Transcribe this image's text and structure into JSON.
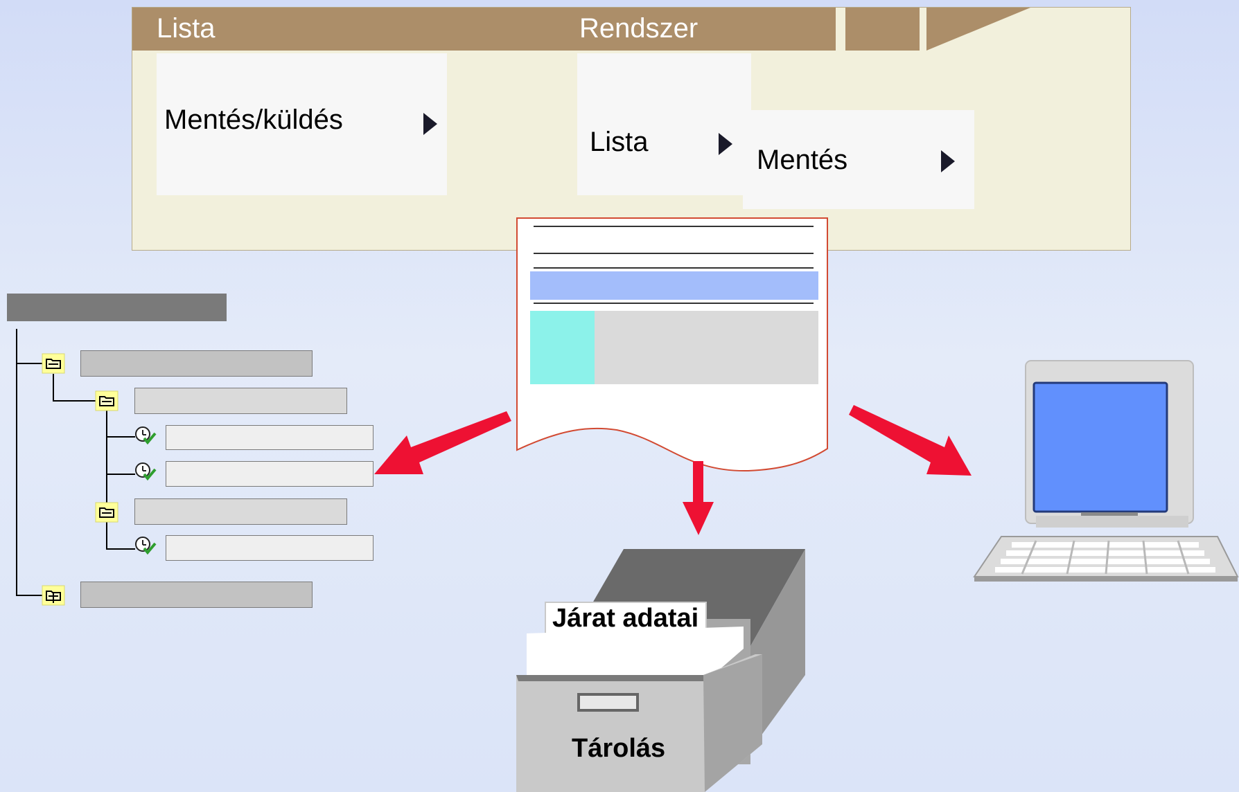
{
  "menu": {
    "titles": [
      "Lista",
      "Rendszer"
    ],
    "submenu_left": {
      "label": "Mentés/küldés"
    },
    "submenu_mid": {
      "label": "Lista"
    },
    "submenu_right": {
      "label": "Mentés"
    }
  },
  "cabinet": {
    "tab_label": "Járat adatai",
    "drawer_label": "Tárolás"
  },
  "colors": {
    "menu_bar": "#ac8e69",
    "panel_bg": "#f2f0dc",
    "arrow": "#ee1133",
    "report_highlight": "#a3bdfb",
    "report_cyan": "#8cf2ea",
    "monitor_screen": "#6190fd"
  },
  "icons": [
    "folder-open-icon",
    "folder-closed-icon",
    "clock-check-icon",
    "menu-arrow-icon"
  ]
}
